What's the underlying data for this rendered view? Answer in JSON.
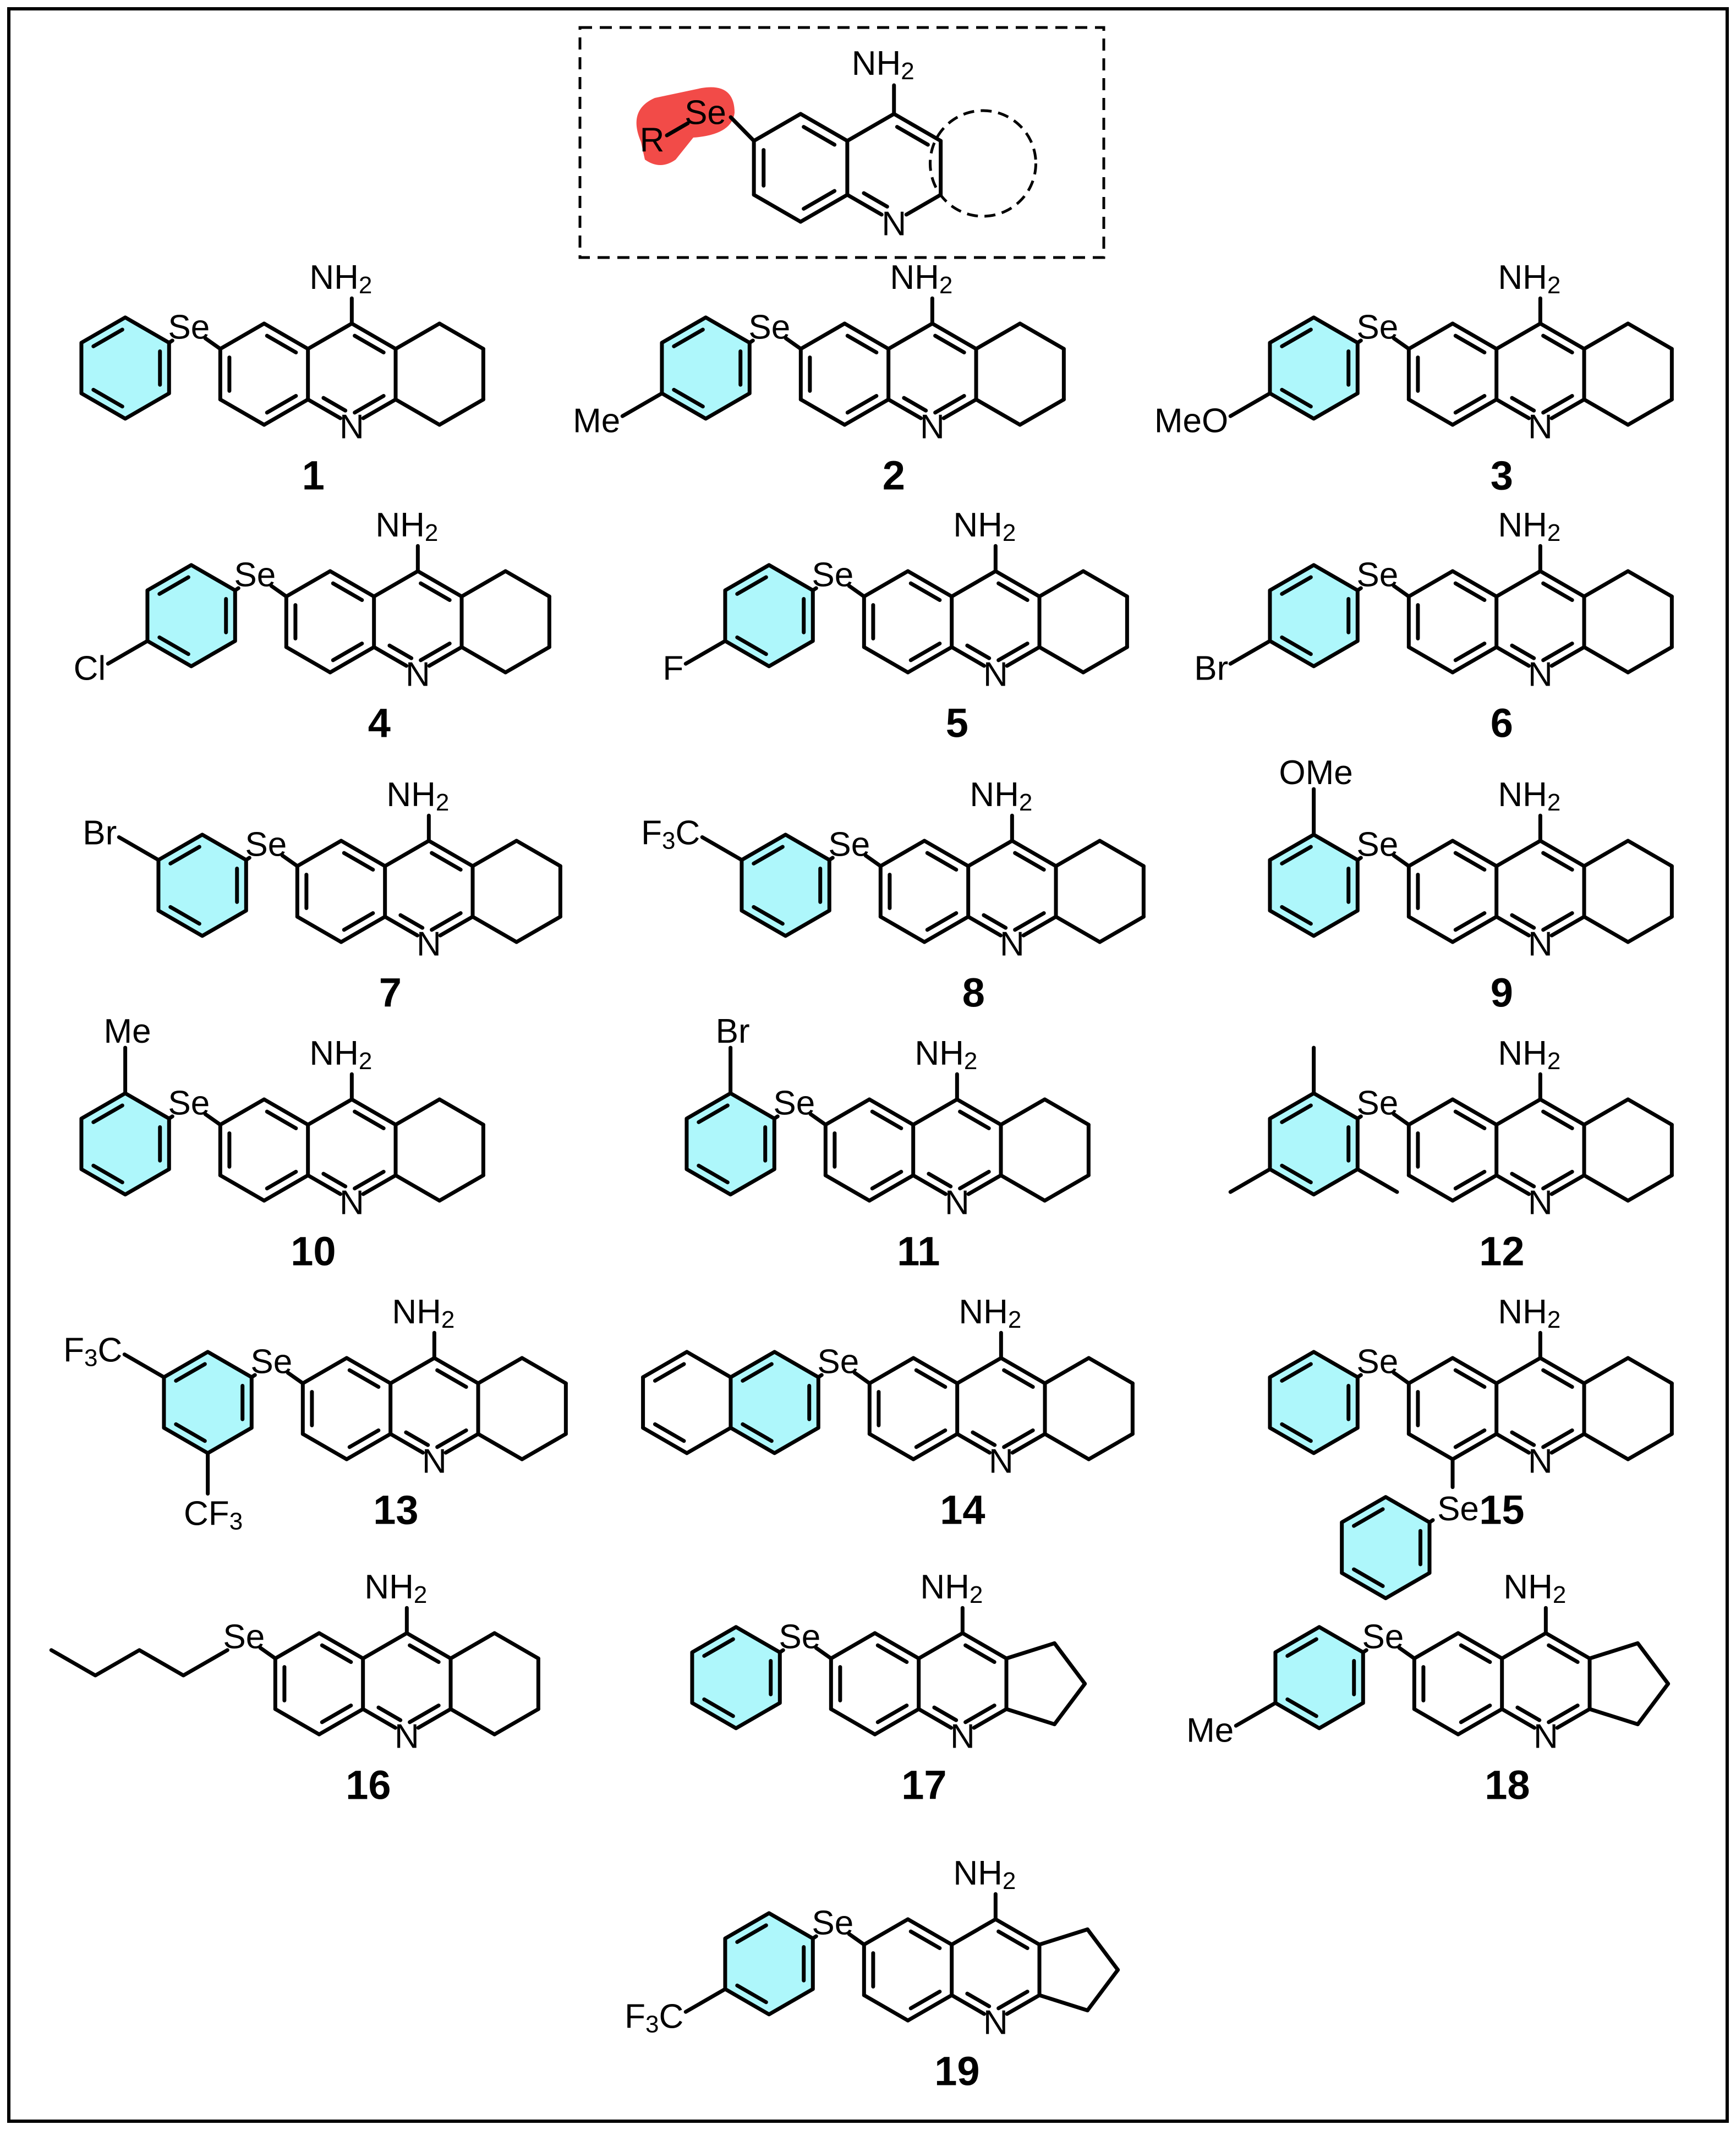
{
  "colors": {
    "aryl_fill": "#aef7fb",
    "rse_highlight": "#f24b48",
    "line": "#000000"
  },
  "header": {
    "r_label": "R",
    "se_label": "Se",
    "nh2_main": "NH",
    "nh2_sub": "2",
    "n_label": "N"
  },
  "compounds": [
    {
      "num": "1",
      "ring": "thp",
      "subs": []
    },
    {
      "num": "2",
      "ring": "thp",
      "subs": [
        {
          "main": "Me",
          "sub": "",
          "tail": ""
        }
      ]
    },
    {
      "num": "3",
      "ring": "thp",
      "subs": [
        {
          "main": "MeO",
          "sub": "",
          "tail": ""
        }
      ]
    },
    {
      "num": "4",
      "ring": "thp",
      "subs": [
        {
          "main": "Cl",
          "sub": "",
          "tail": ""
        }
      ]
    },
    {
      "num": "5",
      "ring": "thp",
      "subs": [
        {
          "main": "F",
          "sub": "",
          "tail": ""
        }
      ]
    },
    {
      "num": "6",
      "ring": "thp",
      "subs": [
        {
          "main": "Br",
          "sub": "",
          "tail": ""
        }
      ]
    },
    {
      "num": "7",
      "ring": "thp",
      "subs": [
        {
          "main": "Br",
          "sub": "",
          "tail": ""
        }
      ]
    },
    {
      "num": "8",
      "ring": "thp",
      "subs": [
        {
          "main": "F",
          "sub": "3",
          "tail": "C"
        }
      ]
    },
    {
      "num": "9",
      "ring": "thp",
      "subs": [
        {
          "main": "OMe",
          "sub": "",
          "tail": ""
        }
      ]
    },
    {
      "num": "10",
      "ring": "thp",
      "subs": [
        {
          "main": "Me",
          "sub": "",
          "tail": ""
        }
      ]
    },
    {
      "num": "11",
      "ring": "thp",
      "subs": [
        {
          "main": "Br",
          "sub": "",
          "tail": ""
        }
      ]
    },
    {
      "num": "12",
      "ring": "thp",
      "subs": []
    },
    {
      "num": "13",
      "ring": "thp",
      "subs": [
        {
          "main": "F",
          "sub": "3",
          "tail": "C"
        },
        {
          "main": "CF",
          "sub": "3",
          "tail": ""
        }
      ]
    },
    {
      "num": "14",
      "ring": "thp",
      "subs": []
    },
    {
      "num": "15",
      "ring": "thp",
      "subs": []
    },
    {
      "num": "16",
      "ring": "thp",
      "subs": []
    },
    {
      "num": "17",
      "ring": "cp",
      "subs": []
    },
    {
      "num": "18",
      "ring": "cp",
      "subs": [
        {
          "main": "Me",
          "sub": "",
          "tail": ""
        }
      ]
    },
    {
      "num": "19",
      "ring": "cp",
      "subs": [
        {
          "main": "F",
          "sub": "3",
          "tail": "C"
        }
      ]
    }
  ]
}
